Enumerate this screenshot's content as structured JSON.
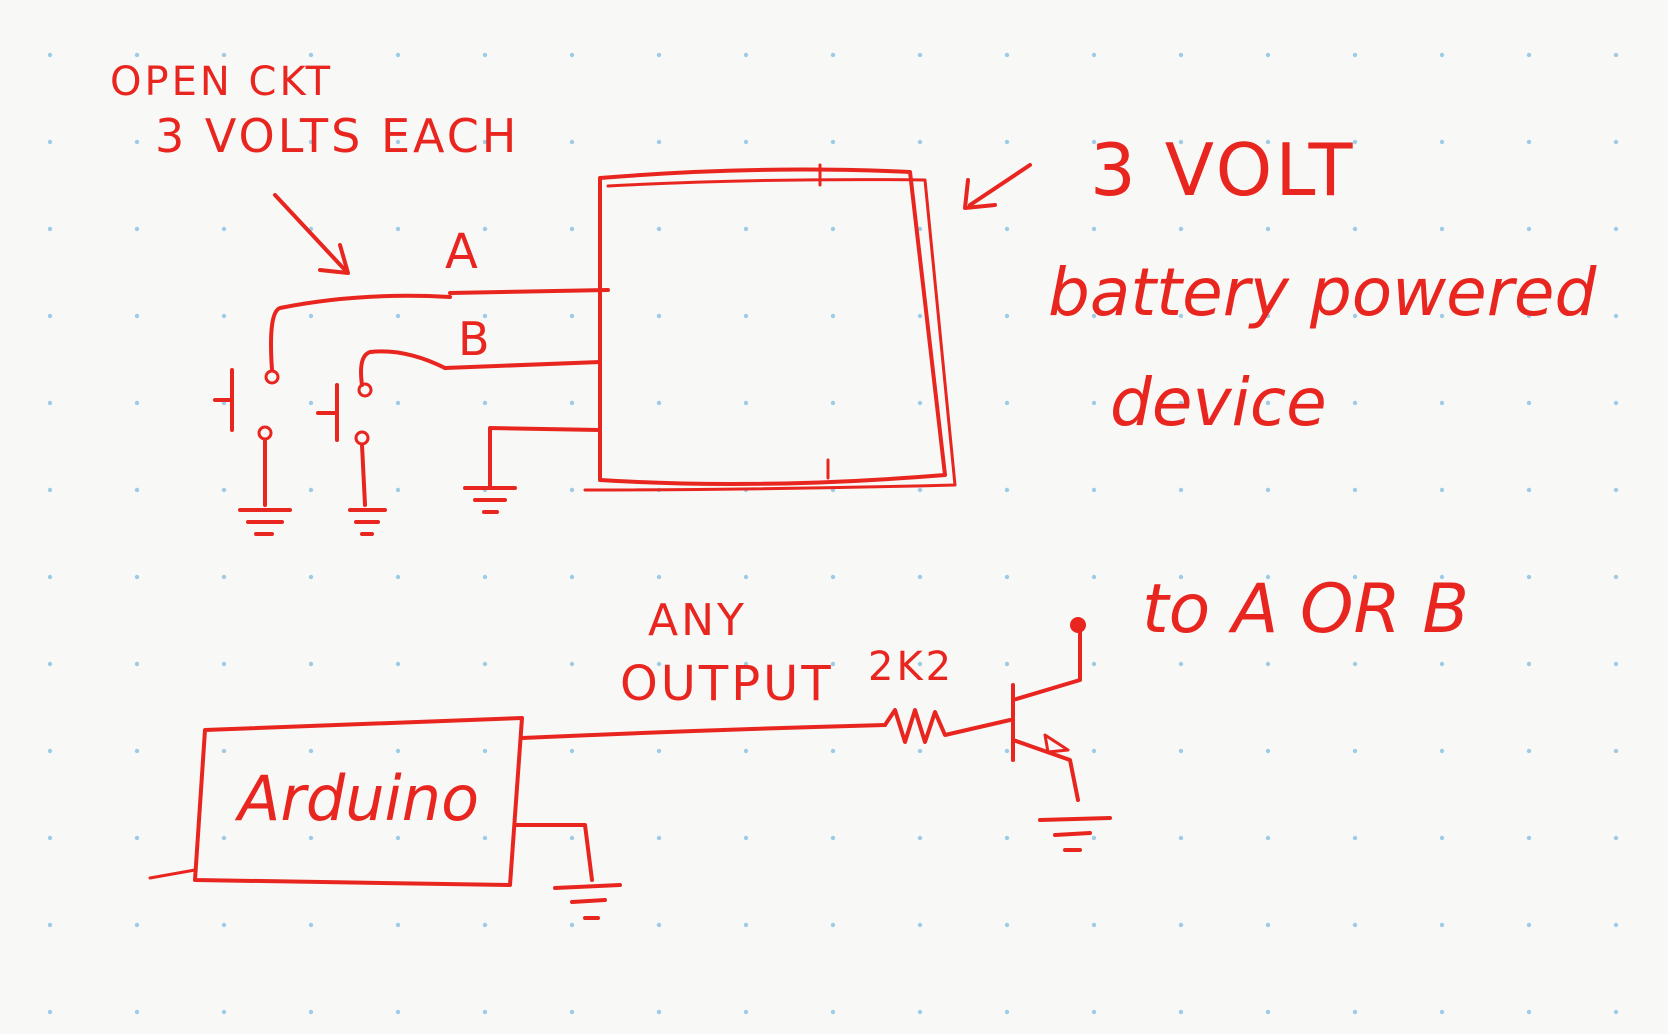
{
  "colors": {
    "ink": "#e8261f",
    "grid_dot": "#9ecbe6",
    "paper": "#f8f8f6"
  },
  "labels": {
    "open_circuit_line1": "OPEN CKT",
    "open_circuit_line2": "3 VOLTS EACH",
    "terminal_a": "A",
    "terminal_b": "B",
    "device_line1": "3 VOLT",
    "device_line2": "battery powered",
    "device_line3": "device",
    "any_output_line1": "ANY",
    "any_output_line2": "OUTPUT",
    "resistor_value": "2K2",
    "arduino": "Arduino",
    "to_a_or_b": "to A OR B"
  },
  "icons": {
    "pushbutton_a": "pushbutton-switch-icon",
    "pushbutton_b": "pushbutton-switch-icon",
    "ground": "ground-symbol-icon",
    "resistor": "resistor-icon",
    "transistor": "npn-transistor-icon"
  }
}
